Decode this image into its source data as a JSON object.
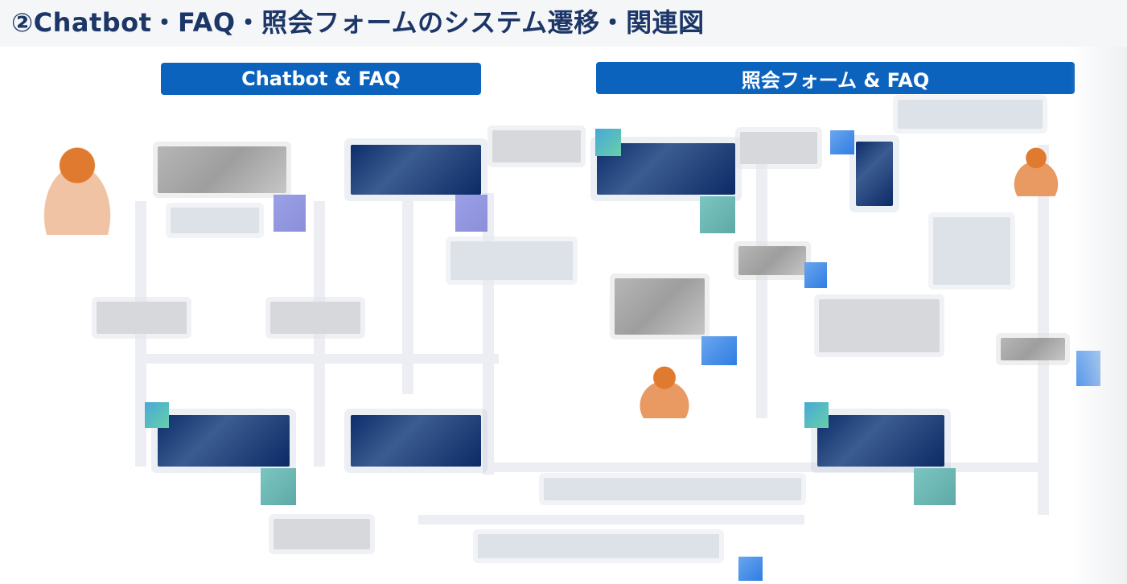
{
  "page": {
    "title": "②Chatbot・FAQ・照会フォームのシステム遷移・関連図"
  },
  "sections": {
    "left_header": "Chatbot & FAQ",
    "right_header": "照会フォーム & FAQ"
  },
  "colors": {
    "title_text": "#1c3668",
    "header_background": "#0b63bd",
    "header_text": "#ffffff",
    "dark_node": "#0d2c6b",
    "person_icon": "#e07a2e"
  },
  "diagram": {
    "content_state": "pixelated",
    "icons": [
      "user-icon",
      "system-node",
      "transition-label"
    ]
  }
}
